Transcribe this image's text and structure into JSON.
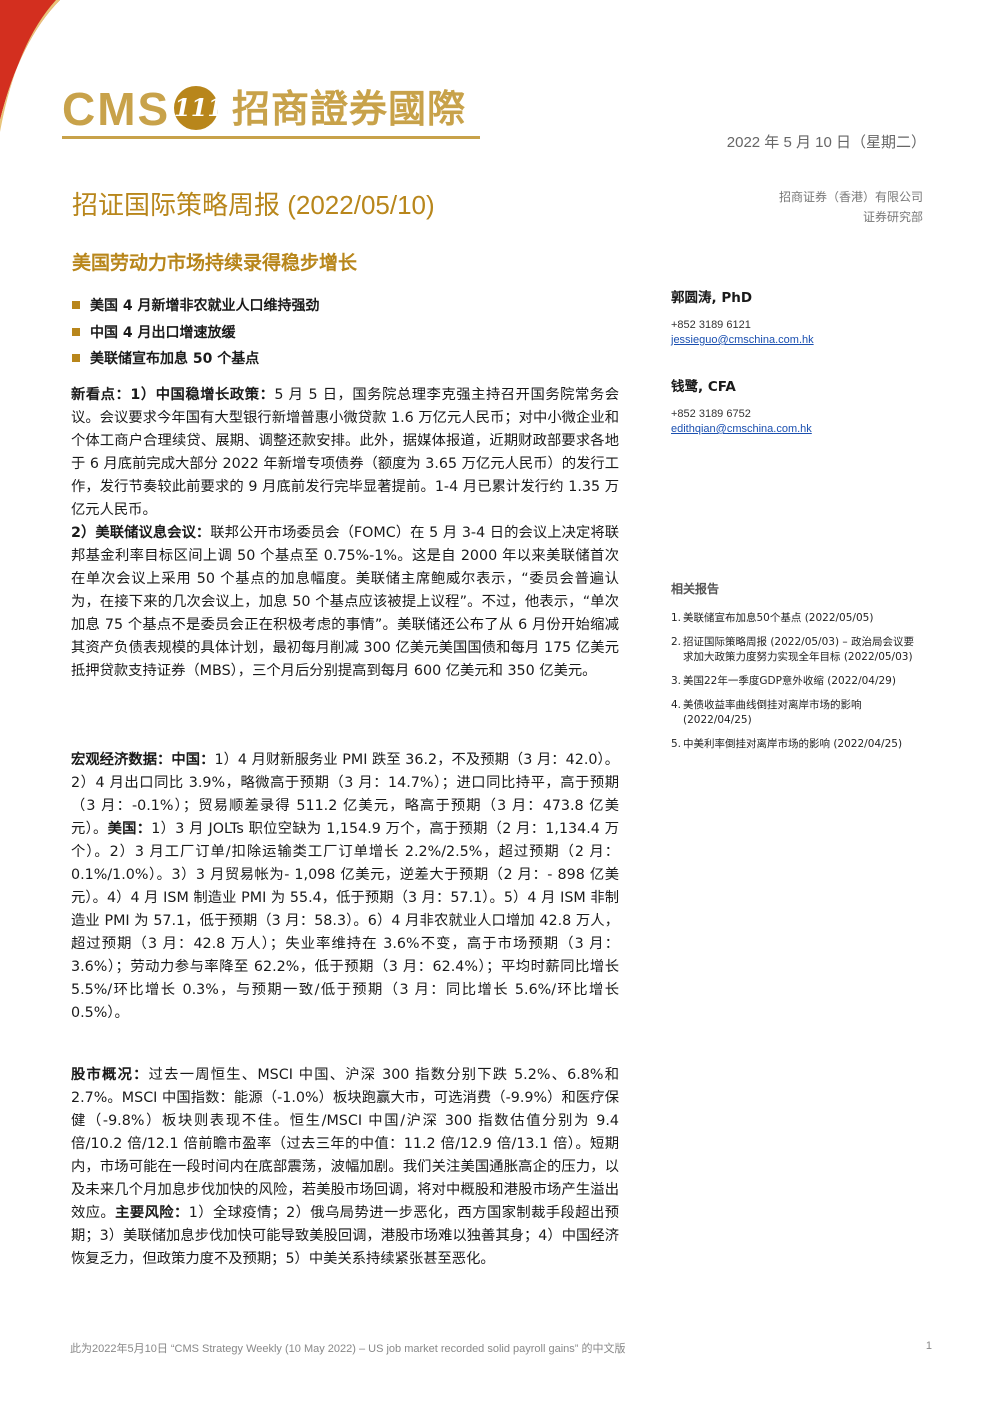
{
  "header": {
    "logo_text": "CMS",
    "logo_badge": "111",
    "logo_cn": "招商證券國際",
    "date": "2022 年 5 月 10 日（星期二）"
  },
  "company": {
    "line1": "招商证券（香港）有限公司",
    "line2": "证券研究部"
  },
  "report": {
    "title": "招证国际策略周报 (2022/05/10)",
    "subtitle": "美国劳动力市场持续录得稳步增长",
    "bullets": [
      "美国 4 月新增非农就业人口维持强劲",
      "中国 4 月出口增速放缓",
      "美联储宣布加息 50 个基点"
    ]
  },
  "analysts": [
    {
      "name": "郭圆涛, PhD",
      "phone": "+852 3189 6121",
      "email": "jessieguo@cmschina.com.hk"
    },
    {
      "name": "钱鹭, CFA",
      "phone": "+852 3189 6752",
      "email": "edithqian@cmschina.com.hk"
    }
  ],
  "related": {
    "heading": "相关报告",
    "items": [
      {
        "num": "1.",
        "text": "美联储宣布加息50个基点 (2022/05/05)"
      },
      {
        "num": "2.",
        "text": "招证国际策略周报 (2022/05/03) – 政治局会议要求加大政策力度努力实现全年目标 (2022/05/03)"
      },
      {
        "num": "3.",
        "text": "美国22年一季度GDP意外收缩 (2022/04/29)"
      },
      {
        "num": "4.",
        "text": "美债收益率曲线倒挂对离岸市场的影响 (2022/04/25)"
      },
      {
        "num": "5.",
        "text": "中美利率倒挂对离岸市场的影响 (2022/04/25)"
      }
    ]
  },
  "sections": {
    "new_label": "新看点：1）中国稳增长政策：",
    "new_p1": "5 月 5 日，国务院总理李克强主持召开国务院常务会议。会议要求今年国有大型银行新增普惠小微贷款 1.6 万亿元人民币；对中小微企业和个体工商户合理续贷、展期、调整还款安排。此外，据媒体报道，近期财政部要求各地于 6 月底前完成大部分 2022 年新增专项债券（额度为 3.65 万亿元人民币）的发行工作，发行节奏较此前要求的 9 月底前发行完毕显著提前。1-4 月已累计发行约 1.35 万亿元人民币。",
    "new_label2": "2）美联储议息会议：",
    "new_p2": "联邦公开市场委员会（FOMC）在 5 月 3-4 日的会议上决定将联邦基金利率目标区间上调 50 个基点至 0.75%-1%。这是自 2000 年以来美联储首次在单次会议上采用 50 个基点的加息幅度。美联储主席鲍威尔表示，“委员会普遍认为，在接下来的几次会议上，加息 50 个基点应该被提上议程”。不过，他表示，“单次加息 75 个基点不是委员会正在积极考虑的事情”。美联储还公布了从 6 月份开始缩减其资产负债表规模的具体计划，最初每月削减 300 亿美元美国国债和每月 175 亿美元抵押贷款支持证券（MBS），三个月后分别提高到每月 600 亿美元和 350 亿美元。",
    "macro_label": "宏观经济数据：中国：",
    "macro_p1": "1）4 月财新服务业 PMI 跌至 36.2，不及预期（3 月：42.0）。2）4 月出口同比 3.9%，略微高于预期（3 月：14.7%）；进口同比持平，高于预期（3 月：-0.1%）；贸易顺差录得 511.2 亿美元，略高于预期（3 月：473.8 亿美元）。",
    "macro_label2": "美国：",
    "macro_p2": "1）3 月 JOLTs 职位空缺为 1,154.9 万个，高于预期（2 月：1,134.4 万个）。2）3 月工厂订单/扣除运输类工厂订单增长 2.2%/2.5%，超过预期（2 月：0.1%/1.0%）。3）3 月贸易帐为- 1,098 亿美元，逆差大于预期（2 月：- 898 亿美元）。4）4 月 ISM 制造业 PMI 为 55.4，低于预期（3 月：57.1）。5）4 月 ISM 非制造业 PMI 为 57.1，低于预期（3 月：58.3）。6）4 月非农就业人口增加 42.8 万人，超过预期（3 月：42.8 万人）；失业率维持在 3.6%不变，高于市场预期（3 月：3.6%）；劳动力参与率降至 62.2%，低于预期（3 月：62.4%）；平均时薪同比增长 5.5%/环比增长 0.3%，与预期一致/低于预期（3 月：同比增长 5.6%/环比增长 0.5%）。",
    "market_label": "股市概况：",
    "market_p1": "过去一周恒生、MSCI 中国、沪深 300 指数分别下跌 5.2%、6.8%和 2.7%。MSCI 中国指数：能源（-1.0%）板块跑赢大市，可选消费（-9.9%）和医疗保健（-9.8%）板块则表现不佳。恒生/MSCI 中国/沪深 300 指数估值分别为 9.4 倍/10.2 倍/12.1 倍前瞻市盈率（过去三年的中值：11.2 倍/12.9 倍/13.1 倍）。短期内，市场可能在一段时间内在底部震荡，波幅加剧。我们关注美国通胀高企的压力，以及未来几个月加息步伐加快的风险，若美股市场回调，将对中概股和港股市场产生溢出效应。",
    "risk_label": "主要风险：",
    "risk_p": "1）全球疫情；2）俄乌局势进一步恶化，西方国家制裁手段超出预期；3）美联储加息步伐加快可能导致美股回调，港股市场难以独善其身；4）中国经济恢复乏力，但政策力度不及预期；5）中美关系持续紧张甚至恶化。"
  },
  "footer": {
    "note": "此为2022年5月10日 “CMS Strategy Weekly (10 May 2022) – US job market recorded solid payroll gains” 的中文版",
    "page": "1"
  },
  "colors": {
    "gold": "#c8a24a",
    "brown": "#b8861b",
    "red": "#d32f1f"
  }
}
